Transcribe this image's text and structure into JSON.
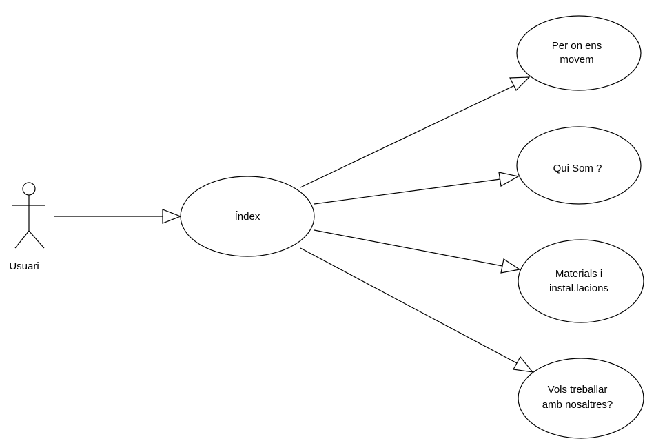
{
  "diagram": {
    "actor": {
      "label": "Usuari"
    },
    "main_use_case": {
      "label": "Índex"
    },
    "use_cases": [
      {
        "id": "uc1",
        "lines": [
          "Per on ens",
          "movem"
        ]
      },
      {
        "id": "uc2",
        "lines": [
          "Qui Som ?"
        ]
      },
      {
        "id": "uc3",
        "lines": [
          "Materials i",
          "instal.lacions"
        ]
      },
      {
        "id": "uc4",
        "lines": [
          "Vols treballar",
          "amb nosaltres?"
        ]
      }
    ]
  }
}
